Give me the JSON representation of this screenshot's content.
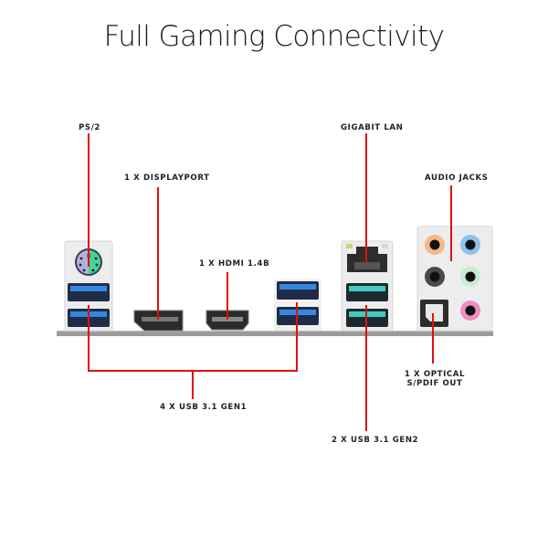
{
  "title": "Full Gaming Connectivity",
  "labels": {
    "ps2": "PS/2",
    "displayport": "1 X DISPLAYPORT",
    "hdmi": "1 X HDMI 1.4B",
    "gigabit_lan": "GIGABIT LAN",
    "audio_jacks": "AUDIO JACKS",
    "usb_gen1": "4 X USB 3.1 GEN1",
    "usb_gen2": "2 X USB 3.1 GEN2",
    "optical_line1": "1 X OPTICAL",
    "optical_line2": "S/PDIF OUT"
  },
  "colors": {
    "callout_line": "#e01010",
    "usb_gen1_blue": "#2f7fd6",
    "usb_gen2_teal": "#3fc9c0",
    "ps2_purple": "#a9a6d8",
    "ps2_green": "#3fcf8e",
    "audio_orange": "#f4b98a",
    "audio_blue": "#8fc2e8",
    "audio_black": "#4a4a4a",
    "audio_green": "#c8ecd2",
    "audio_pink": "#ee8fc4",
    "backplate": "#9a9a9a"
  }
}
